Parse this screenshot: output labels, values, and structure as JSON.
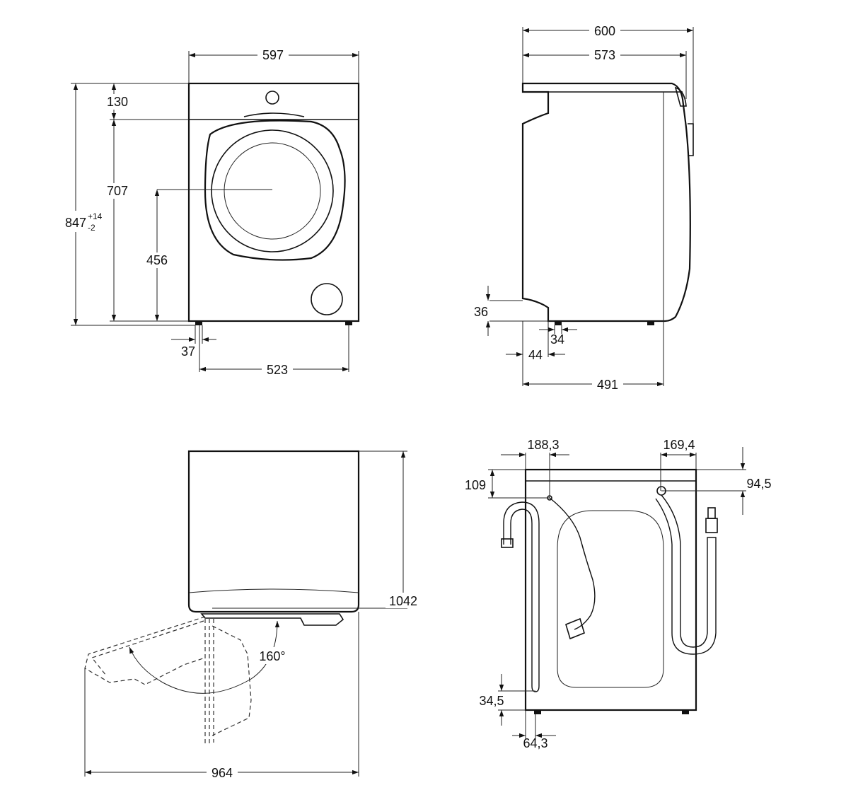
{
  "front_view": {
    "width": "597",
    "top_panel": "130",
    "door_height": "707",
    "total_height": "847",
    "total_height_tol_upper": "+14",
    "total_height_tol_lower": "-2",
    "door_center": "456",
    "foot_offset": "37",
    "foot_span": "523"
  },
  "side_view": {
    "depth_total": "600",
    "depth_top": "573",
    "base_height": "36",
    "foot_width": "34",
    "foot_offset": "44",
    "depth_body": "491"
  },
  "top_view": {
    "depth_door_open": "1042",
    "width_door_open": "964",
    "door_angle": "160°"
  },
  "back_view": {
    "power_offset": "188,3",
    "power_height": "109",
    "drain_offset": "169,4",
    "drain_height": "94,5",
    "bottom_hose_height": "34,5",
    "bottom_hose_offset": "64,3"
  }
}
